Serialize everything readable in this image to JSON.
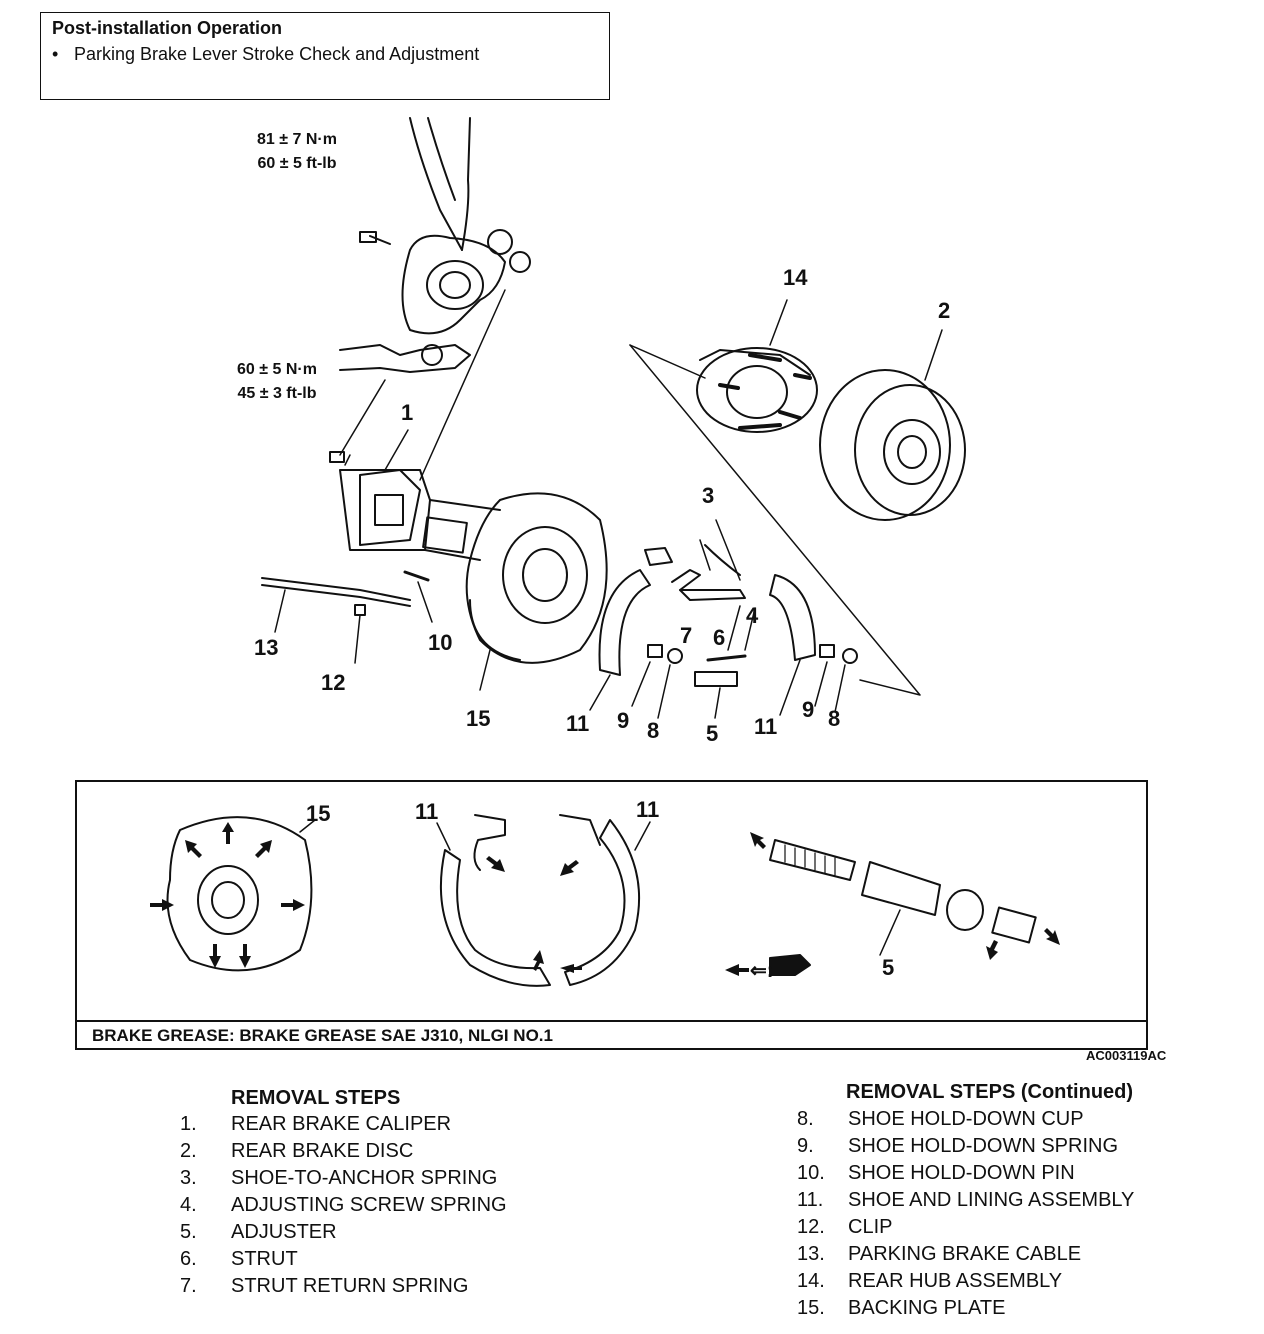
{
  "post_install": {
    "title": "Post-installation Operation",
    "bullet": "Parking Brake Lever Stroke Check and Adjustment"
  },
  "torque_specs": [
    {
      "line1": "81 ± 7 N·m",
      "line2": "60 ± 5 ft-lb"
    },
    {
      "line1": "60 ± 5 N·m",
      "line2": "45 ± 3 ft-lb"
    }
  ],
  "callouts_main": [
    "14",
    "2",
    "1",
    "3",
    "4",
    "7",
    "6",
    "13",
    "10",
    "12",
    "15",
    "11",
    "9",
    "8",
    "5",
    "11",
    "9",
    "8"
  ],
  "callouts_detail": [
    "15",
    "11",
    "11",
    "5"
  ],
  "grease_symbol": "⇐:",
  "grease_note": "BRAKE GREASE: BRAKE GREASE SAE J310, NLGI NO.1",
  "figure_code": "AC003119AC",
  "removal_steps": {
    "title_left": "REMOVAL STEPS",
    "title_right": "REMOVAL STEPS (Continued)",
    "left": [
      {
        "num": "1.",
        "text": "REAR BRAKE CALIPER"
      },
      {
        "num": "2.",
        "text": "REAR BRAKE DISC"
      },
      {
        "num": "3.",
        "text": "SHOE-TO-ANCHOR SPRING"
      },
      {
        "num": "4.",
        "text": "ADJUSTING SCREW SPRING"
      },
      {
        "num": "5.",
        "text": "ADJUSTER"
      },
      {
        "num": "6.",
        "text": "STRUT"
      },
      {
        "num": "7.",
        "text": "STRUT RETURN SPRING"
      }
    ],
    "right": [
      {
        "num": "8.",
        "text": "SHOE HOLD-DOWN CUP"
      },
      {
        "num": "9.",
        "text": "SHOE HOLD-DOWN SPRING"
      },
      {
        "num": "10.",
        "text": "SHOE HOLD-DOWN PIN"
      },
      {
        "num": "11.",
        "text": "SHOE AND LINING ASSEMBLY"
      },
      {
        "num": "12.",
        "text": "CLIP"
      },
      {
        "num": "13.",
        "text": "PARKING BRAKE CABLE"
      },
      {
        "num": "14.",
        "text": "REAR HUB ASSEMBLY"
      },
      {
        "num": "15.",
        "text": "BACKING PLATE"
      }
    ]
  }
}
